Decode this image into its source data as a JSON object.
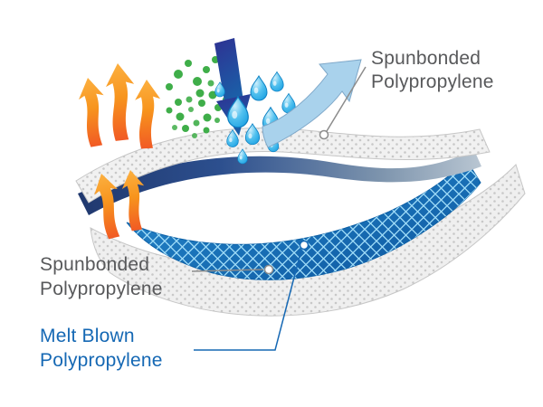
{
  "diagram": {
    "type": "layered-fabric-cutaway",
    "labels": {
      "top_spunbond": [
        "Spunbonded",
        "Polypropylene"
      ],
      "left_spunbond": [
        "Spunbonded",
        "Polypropylene"
      ],
      "melt_blown": [
        "Melt Blown",
        "Polypropylene"
      ]
    },
    "layers": [
      {
        "name": "Spunbonded Polypropylene",
        "position": "top",
        "fill": "#efefef"
      },
      {
        "name": "Melt Blown Polypropylene",
        "position": "middle",
        "fill": "#1b75bb"
      },
      {
        "name": "Spunbonded Polypropylene",
        "position": "bottom",
        "fill": "#efefef"
      }
    ],
    "icons": {
      "breath_arrows": "orange-up-arrows",
      "particles": "green-bacteria-dots",
      "droplets": "blue-water-drops",
      "strike_arrow": "dark-blue-down-arrow",
      "repel_arrow": "light-blue-bounce-arrow"
    },
    "colors": {
      "background": "#ffffff",
      "label_gray": "#58595b",
      "label_blue": "#1568b4",
      "leader_gray": "#8c8c8c",
      "leader_blue": "#1568b4",
      "spunbond_fill": "#efefef",
      "spunbond_dot": "#c8c8c8",
      "spunbond_edge": "#c2c2c2",
      "meltblown_blue": "#1b75bb",
      "meltblown_mesh": "#9fdcf8",
      "underlayer_navy": "#25407c",
      "arrow_orange": "#f7941d",
      "particle_green": "#3fae49",
      "droplet_blue": "#29abe2",
      "strike_arrow_navy": "#27418f",
      "repel_arrow_blue": "#a9d2ec"
    }
  }
}
